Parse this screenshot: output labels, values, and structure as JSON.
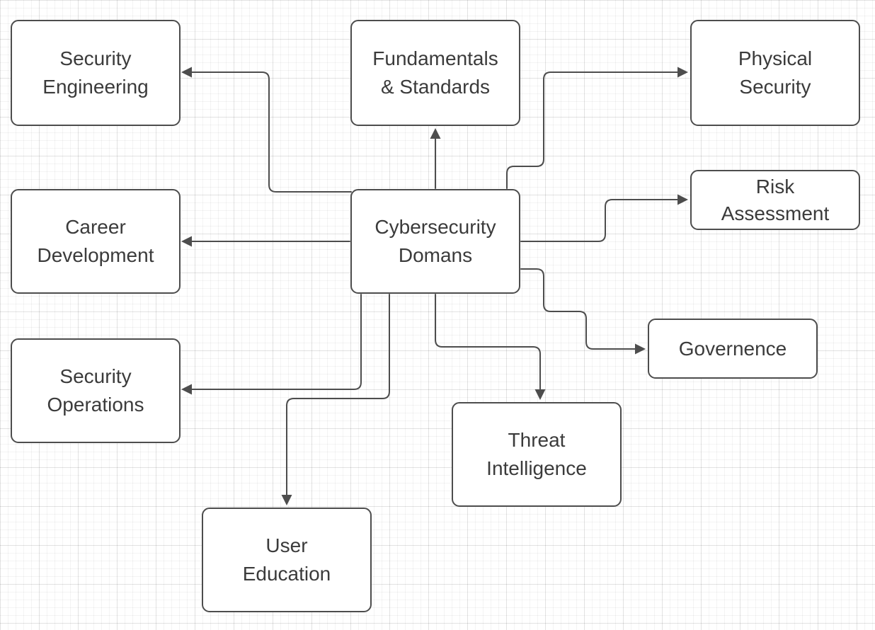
{
  "diagram": {
    "title": "Cybersecurity Domains mind map",
    "colors": {
      "node_fill": "#ffffff",
      "node_border": "#4d4d4d",
      "edge": "#4d4d4d",
      "text": "#3b3b3b",
      "canvas_grid": "#ececec"
    },
    "nodes": {
      "center": {
        "label": "Cybersecurity\nDomans"
      },
      "security_engineering": {
        "label": "Security\nEngineering"
      },
      "fundamentals_standards": {
        "label": "Fundamentals\n& Standards"
      },
      "physical_security": {
        "label": "Physical\nSecurity"
      },
      "career_development": {
        "label": "Career\nDevelopment"
      },
      "risk_assessment": {
        "label": "Risk\nAssessment"
      },
      "security_operations": {
        "label": "Security\nOperations"
      },
      "governence": {
        "label": "Governence"
      },
      "threat_intelligence": {
        "label": "Threat\nIntelligence"
      },
      "user_education": {
        "label": "User\nEducation"
      }
    },
    "edges": [
      {
        "from": "center",
        "to": "security_engineering"
      },
      {
        "from": "center",
        "to": "fundamentals_standards"
      },
      {
        "from": "center",
        "to": "physical_security"
      },
      {
        "from": "center",
        "to": "career_development"
      },
      {
        "from": "center",
        "to": "risk_assessment"
      },
      {
        "from": "center",
        "to": "governence"
      },
      {
        "from": "center",
        "to": "security_operations"
      },
      {
        "from": "center",
        "to": "user_education"
      },
      {
        "from": "center",
        "to": "threat_intelligence"
      }
    ]
  }
}
